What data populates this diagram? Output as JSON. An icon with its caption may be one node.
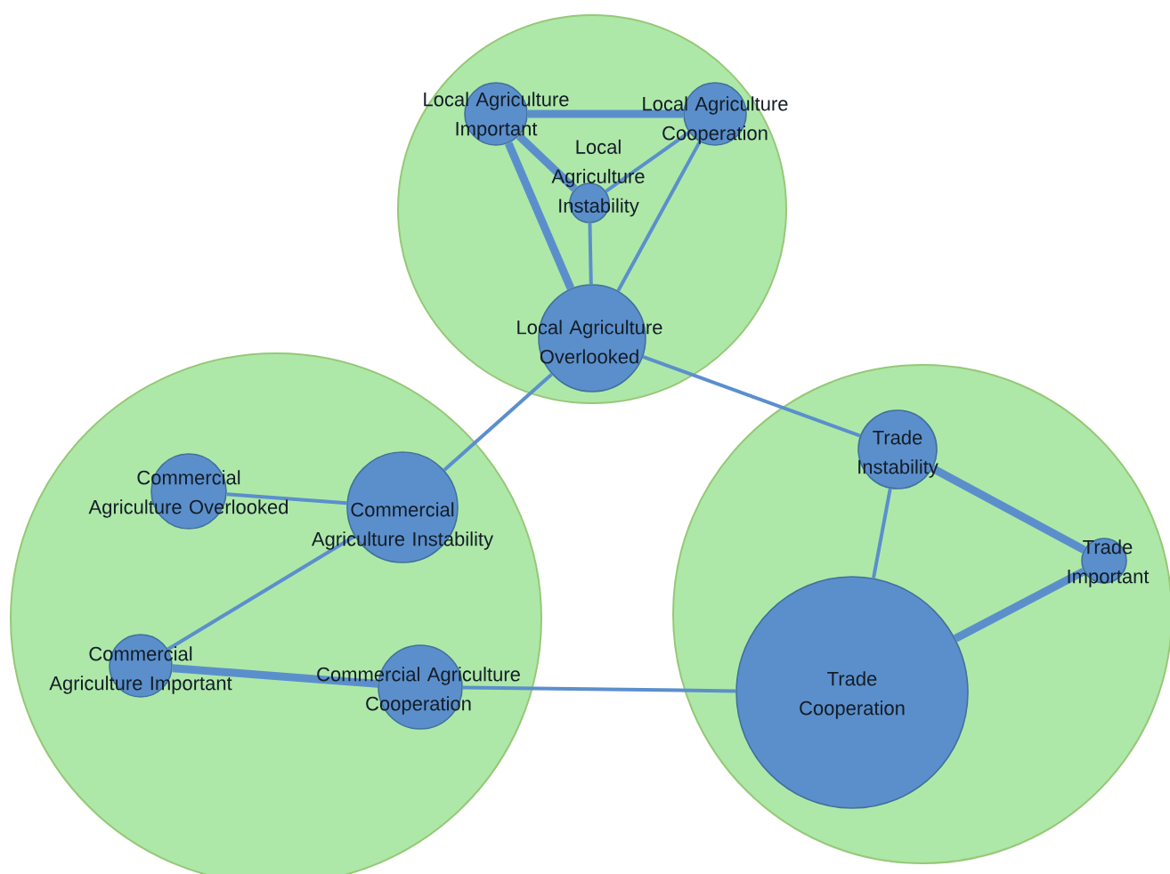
{
  "diagram": {
    "nodes": [
      {
        "text": [],
        "shape": "circle"
      },
      {
        "text": [
          "Local Agriculture Important"
        ],
        "in": 0
      },
      {
        "text": [
          "Local Agriculture Cooperation"
        ],
        "in": 0
      },
      {
        "text": [
          "Local Agriculture Instability"
        ],
        "in": 0
      },
      {
        "text": [
          "Local Agriculture Overlooked"
        ],
        "in": 0
      },
      {
        "text": [],
        "shape": "circle"
      },
      {
        "text": [
          "Commercial Agriculture Overlooked"
        ],
        "in": 5
      },
      {
        "text": [
          "Commercial Agriculture Instability"
        ],
        "in": 5
      },
      {
        "text": [
          "Commercial Agriculture Important"
        ],
        "in": 5
      },
      {
        "text": [
          "Commercial Agriculture Cooperation"
        ],
        "in": 5
      },
      {
        "text": [],
        "shape": "circle"
      },
      {
        "text": [
          "Trade Instability"
        ],
        "in": 10
      },
      {
        "text": [
          "Trade Important"
        ],
        "in": 10
      },
      {
        "text": [
          "Trade Cooperation"
        ],
        "in": 10
      }
    ],
    "edges": [
      {
        "from": 1,
        "to": 2,
        "arrow": "none",
        "style": "thick"
      },
      {
        "from": 1,
        "to": 3,
        "arrow": "none",
        "style": "thick"
      },
      {
        "from": 1,
        "to": 4,
        "arrow": "none",
        "style": "thick"
      },
      {
        "from": 2,
        "to": 3,
        "arrow": "none"
      },
      {
        "from": 2,
        "to": 4,
        "arrow": "none"
      },
      {
        "from": 3,
        "to": 4,
        "arrow": "none"
      },
      {
        "from": 4,
        "to": 7,
        "arrow": "none"
      },
      {
        "from": 4,
        "to": 11,
        "arrow": "none"
      },
      {
        "from": 6,
        "to": 7,
        "arrow": "none"
      },
      {
        "from": 7,
        "to": 8,
        "arrow": "none"
      },
      {
        "from": 8,
        "to": 9,
        "arrow": "none",
        "style": "thick"
      },
      {
        "from": 9,
        "to": 13,
        "arrow": "none"
      },
      {
        "from": 11,
        "to": 13,
        "arrow": "none"
      },
      {
        "from": 11,
        "to": 12,
        "arrow": "none",
        "style": "thick"
      },
      {
        "from": 12,
        "to": 13,
        "arrow": "none",
        "style": "thick"
      }
    ]
  }
}
